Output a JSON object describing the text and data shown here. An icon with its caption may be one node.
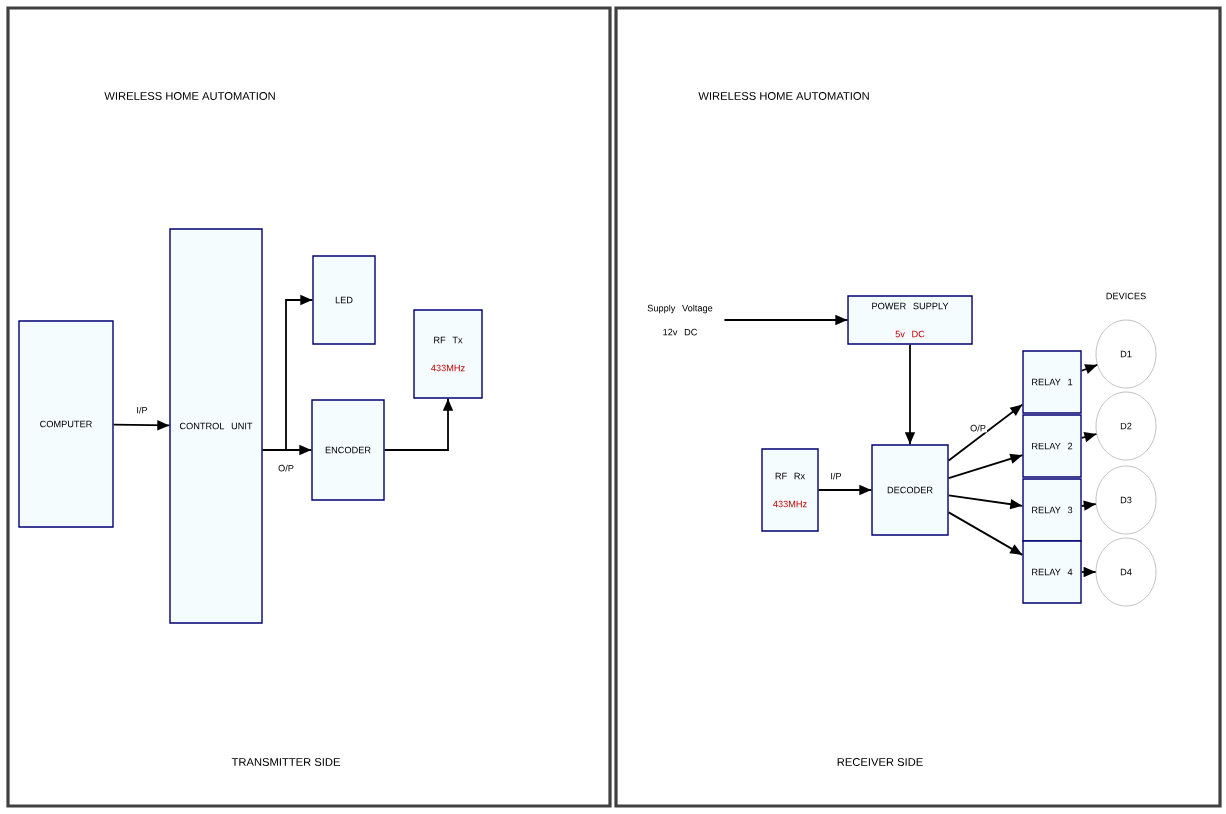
{
  "diagram": {
    "nodes": [
      {
        "text": [
          "COMPUTER"
        ]
      },
      {
        "text": [
          "CONTROL UNIT"
        ]
      },
      {
        "text": [
          "LED"
        ]
      },
      {
        "text": [
          "ENCODER"
        ]
      },
      {
        "text": [
          "RF Tx",
          "433MHz"
        ]
      },
      {
        "text": [
          "Supply Voltage 12v DC"
        ]
      },
      {
        "text": [
          "POWER SUPPLY",
          "5v DC"
        ]
      },
      {
        "text": [
          "RF Rx",
          "433MHz"
        ]
      },
      {
        "text": [
          "DECODER"
        ]
      },
      {
        "text": [
          "RELAY 1"
        ]
      },
      {
        "text": [
          "RELAY 2"
        ]
      },
      {
        "text": [
          "RELAY 3"
        ]
      },
      {
        "text": [
          "RELAY 4"
        ]
      },
      {
        "text": [
          "D1"
        ]
      },
      {
        "text": [
          "D2"
        ]
      },
      {
        "text": [
          "D3"
        ]
      },
      {
        "text": [
          "D4"
        ]
      }
    ],
    "edges": [
      {
        "from": 0,
        "to": 1,
        "arrow": "to",
        "label": "I/P"
      },
      {
        "from": 1,
        "to": 2,
        "arrow": "to"
      },
      {
        "from": 1,
        "to": 3,
        "arrow": "to",
        "label": "O/P"
      },
      {
        "from": 3,
        "to": 4,
        "arrow": "to"
      },
      {
        "from": 5,
        "to": 6,
        "arrow": "to"
      },
      {
        "from": 6,
        "to": 8,
        "arrow": "to"
      },
      {
        "from": 7,
        "to": 8,
        "arrow": "to",
        "label": "I/P"
      },
      {
        "from": 8,
        "to": 9,
        "arrow": "to",
        "label": "O/P"
      },
      {
        "from": 8,
        "to": 10,
        "arrow": "to"
      },
      {
        "from": 8,
        "to": 11,
        "arrow": "to"
      },
      {
        "from": 8,
        "to": 12,
        "arrow": "to"
      },
      {
        "from": 9,
        "to": 13,
        "arrow": "to"
      },
      {
        "from": 10,
        "to": 14,
        "arrow": "to"
      },
      {
        "from": 11,
        "to": 15,
        "arrow": "to"
      },
      {
        "from": 12,
        "to": 16,
        "arrow": "to"
      }
    ],
    "labels": [
      "WIRELESS HOME AUTOMATION",
      "WIRELESS HOME AUTOMATION",
      "DEVICES",
      "TRANSMITTER SIDE",
      "RECEIVER SIDE"
    ]
  }
}
